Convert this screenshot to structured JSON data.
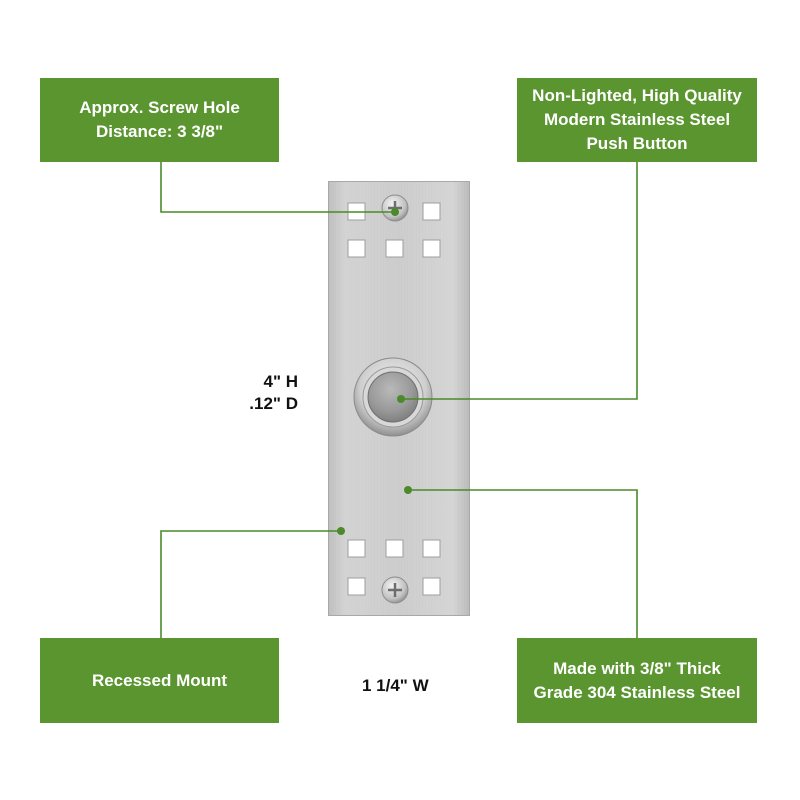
{
  "callouts": {
    "screw_hole": {
      "lines": [
        "Approx. Screw Hole",
        "Distance: 3 3/8\""
      ]
    },
    "push_button": {
      "lines": [
        "Non-Lighted, High Quality",
        "Modern Stainless Steel",
        "Push Button"
      ]
    },
    "recessed_mount": {
      "lines": [
        "Recessed Mount"
      ]
    },
    "stainless_steel": {
      "lines": [
        "Made with 3/8\" Thick",
        "Grade 304 Stainless Steel"
      ]
    }
  },
  "dimensions": {
    "height": "4\" H",
    "depth": ".12\" D",
    "width": "1 1/4\" W"
  },
  "colors": {
    "callout_green": "#5a9530",
    "leader_green": "#4a8a2a",
    "plate_steel": "#c9c9c9"
  }
}
